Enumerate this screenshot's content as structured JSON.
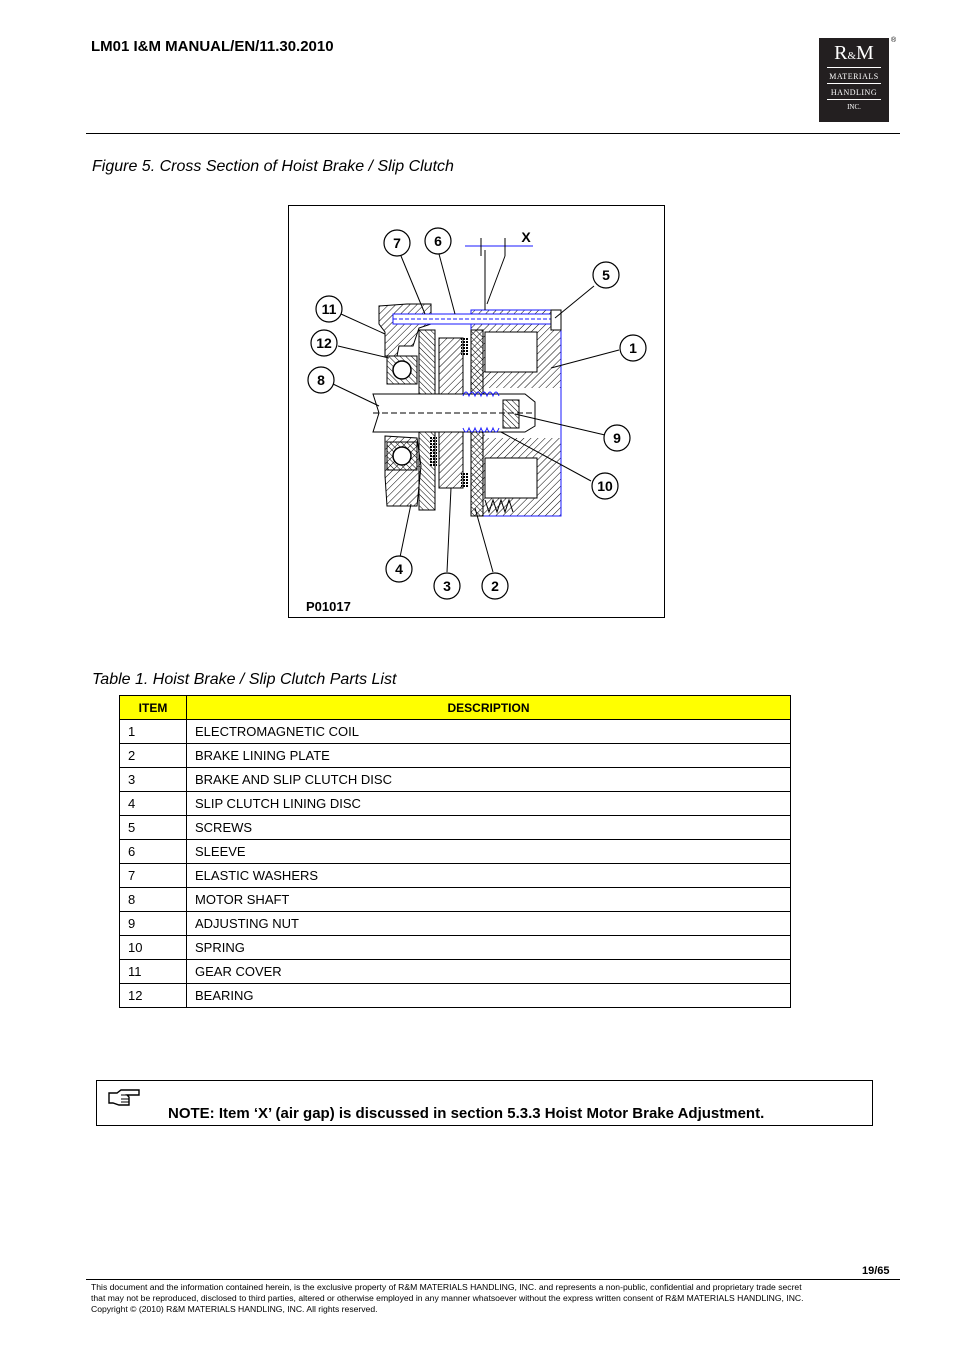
{
  "header": {
    "title": "LM01 I&M MANUAL/EN/11.30.2010",
    "logo": {
      "brand": "R&M",
      "line1": "MATERIALS",
      "line2": "HANDLING",
      "line3": "INC.",
      "registered_mark": "®"
    }
  },
  "figure": {
    "caption": "Figure 5.  Cross Section of Hoist Brake / Slip Clutch",
    "drawing_id": "P01017",
    "callouts": [
      "7",
      "6",
      "X",
      "5",
      "11",
      "12",
      "1",
      "8",
      "9",
      "10",
      "4",
      "3",
      "2"
    ]
  },
  "table": {
    "caption": "Table 1. Hoist Brake / Slip Clutch Parts List",
    "header_color": "#ffff00",
    "columns": [
      "ITEM",
      "DESCRIPTION"
    ],
    "rows": [
      {
        "item": "1",
        "description": "ELECTROMAGNETIC COIL"
      },
      {
        "item": "2",
        "description": "BRAKE LINING PLATE"
      },
      {
        "item": "3",
        "description": "BRAKE AND SLIP CLUTCH DISC"
      },
      {
        "item": "4",
        "description": "SLIP CLUTCH LINING DISC"
      },
      {
        "item": "5",
        "description": "SCREWS"
      },
      {
        "item": "6",
        "description": "SLEEVE"
      },
      {
        "item": "7",
        "description": "ELASTIC WASHERS"
      },
      {
        "item": "8",
        "description": "MOTOR SHAFT"
      },
      {
        "item": "9",
        "description": "ADJUSTING NUT"
      },
      {
        "item": "10",
        "description": "SPRING"
      },
      {
        "item": "11",
        "description": "GEAR COVER"
      },
      {
        "item": "12",
        "description": "BEARING"
      }
    ]
  },
  "note": {
    "icon": "pointing-hand-icon",
    "text": "NOTE:   Item ‘X’ (air gap) is discussed in section 5.3.3 Hoist Motor Brake Adjustment."
  },
  "footer": {
    "page_number": "19/65",
    "line1": "This document and the information contained herein, is the exclusive property of R&M MATERIALS HANDLING, INC.  and represents a non-public, confidential and proprietary trade secret",
    "line2": "that may not be reproduced, disclosed to third parties, altered or otherwise employed in any manner whatsoever without the express written consent of R&M MATERIALS HANDLING, INC.",
    "line3": "Copyright © (2010) R&M MATERIALS HANDLING, INC.  All rights reserved."
  }
}
